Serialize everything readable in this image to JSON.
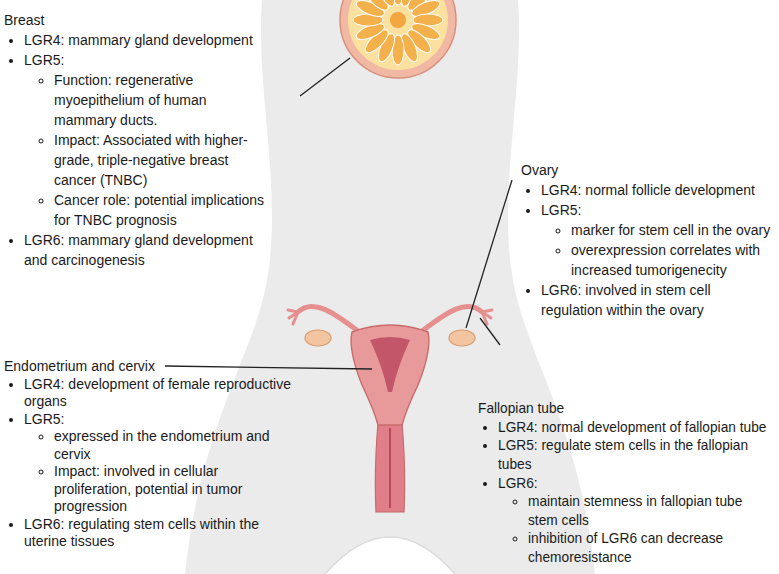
{
  "diagram": {
    "labels": [
      "Breast",
      "LGR4: mammary gland development",
      "LGR5:",
      "Function: regenerative myoepithelium of human mammary ducts.",
      "Impact: Associated with higher-grade, triple-negative breast cancer (TNBC)",
      "Cancer role: potential implications for TNBC prognosis",
      "LGR6: mammary gland development and carcinogenesis",
      "Ovary",
      "LGR4: normal follicle development",
      "LGR5:",
      "marker for stem cell in the ovary",
      "overexpression correlates with increased tumorigenecity",
      "LGR6: involved in stem cell regulation within the ovary",
      "Endometrium and cervix",
      "LGR4: development of female reproductive organs",
      "LGR5:",
      "expressed in the endometrium and cervix",
      "Impact: involved in cellular proliferation, potential in tumor progression",
      "LGR6: regulating stem cells within the uterine tissues",
      "Fallopian tube",
      "LGR4: normal development of fallopian tube",
      "LGR5: regulate stem cells in the fallopian tubes",
      "LGR6:",
      "maintain stemness in fallopian tube stem cells",
      "inhibition of LGR6 can decrease chemoresistance"
    ]
  }
}
